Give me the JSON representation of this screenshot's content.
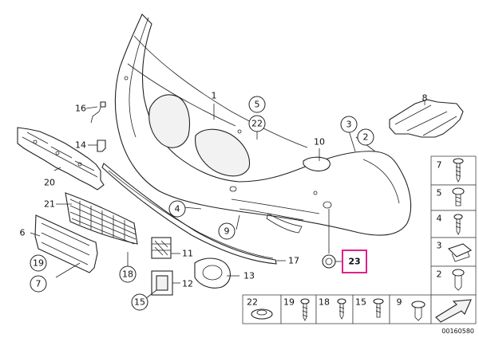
{
  "callouts": {
    "c1": "1",
    "c2": "2",
    "c3": "3",
    "c4": "4",
    "c5": "5",
    "c6": "6",
    "c7": "7",
    "c8": "8",
    "c9": "9",
    "c10": "10",
    "c11": "11",
    "c12": "12",
    "c13": "13",
    "c14": "14",
    "c15": "15",
    "c16": "16",
    "c17": "17",
    "c18": "18",
    "c19": "19",
    "c20": "20",
    "c21": "21",
    "c22": "22",
    "c23": "23"
  },
  "side_legend": [
    "7",
    "5",
    "4",
    "3",
    "2"
  ],
  "bottom_legend": [
    "22",
    "19",
    "18",
    "15",
    "9"
  ],
  "ref_number": "00160580",
  "highlight_color": "#e0218a"
}
